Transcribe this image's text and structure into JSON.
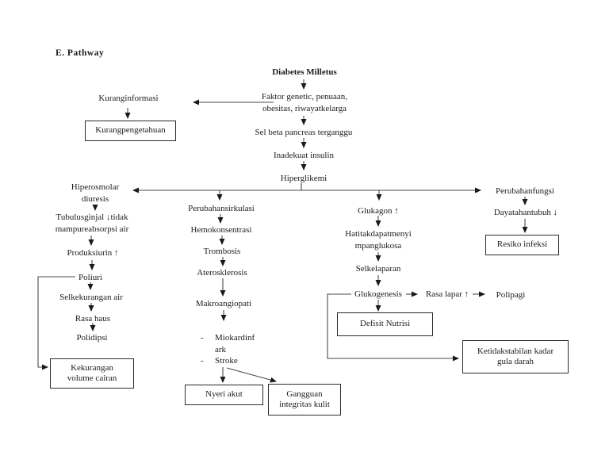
{
  "page": {
    "heading": "E.  Pathway"
  },
  "colors": {
    "text": "#1c1c1c",
    "line": "#4a4a4a",
    "arrowhead": "#1a1a1a",
    "box_border": "#2a2a2a",
    "background": "#ffffff"
  },
  "diagram": {
    "nodes": {
      "diabetes": "Diabetes Milletus",
      "faktor": "Faktor genetic, penuaan,\nobesitas, riwayatkelarga",
      "kurang_informasi": "Kuranginformasi",
      "sel_beta": "Sel beta pancreas terganggu",
      "inadekuat": "Inadekuat insulin",
      "hiperglikemi": "Hiperglikemi",
      "hiperosmolar": "Hiperosmolar\ndiuresis",
      "tubulus": "Tubulusginjal ↓tidak\nmampureabsorpsi air",
      "produksi_urin": "Produksiurin ↑",
      "poliuri": "Poliuri",
      "sel_kekurangan_air": "Selkekurangan air",
      "rasa_haus": "Rasa haus",
      "polidipsi": "Polidipsi",
      "perubahan_sirkulasi": "Perubahansirkulasi",
      "hemokonsentrasi": "Hemokonsentrasi",
      "trombosis": "Trombosis",
      "aterosklerosis": "Aterosklerosis",
      "makroangiopati": "Makroangiopati",
      "bullet_dash": "-",
      "miokard": "Miokardinf\nark",
      "stroke": "Stroke",
      "glukagon": "Glukagon ↑",
      "hati": "Hatitakdapatmenyi\nmpanglukosa",
      "sel_kelaparan": "Selkelaparan",
      "glukogenesis": "Glukogenesis",
      "rasa_lapar": "Rasa lapar ↑",
      "polipagi": "Polipagi",
      "perubahan_fungsi": "Perubahanfungsi",
      "daya_tahan": "Dayatahantubuh ↓",
      "boxes": {
        "kurang_pengetahuan": "Kurangpengetahuan",
        "kekurangan_volume": "Kekurangan\nvolume cairan",
        "nyeri_akut": "Nyeri akut",
        "gangguan_integritas": "Gangguan\nintegritas kulit",
        "defisit_nutrisi": "Defisit Nutrisi",
        "ketidakstabilan": "Ketidakstabilan kadar\ngula darah",
        "resiko_infeksi": "Resiko infeksi"
      }
    }
  }
}
